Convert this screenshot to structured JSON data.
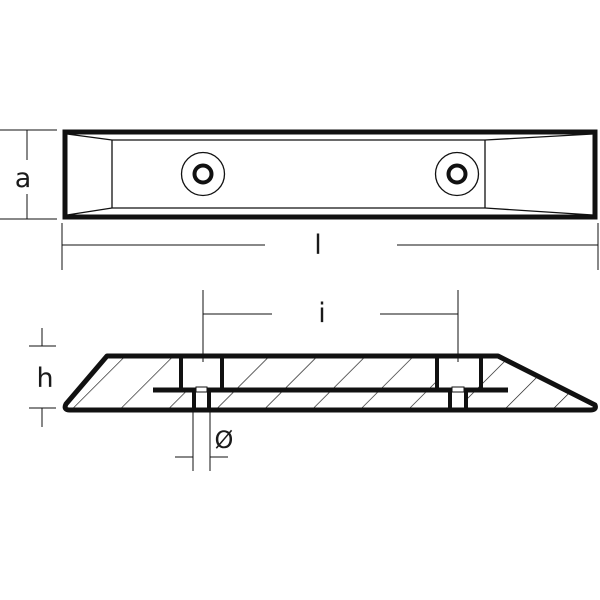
{
  "drawing": {
    "type": "technical-drawing",
    "subject": "anode-bar",
    "views": [
      "top-view",
      "side-section-view"
    ],
    "colors": {
      "line": "#111111",
      "background": "#ffffff"
    }
  },
  "dimensions": {
    "width_label": "a",
    "length_label": "l",
    "hole_spacing_label": "i",
    "height_label": "h",
    "hole_diameter_label": "Ø"
  }
}
